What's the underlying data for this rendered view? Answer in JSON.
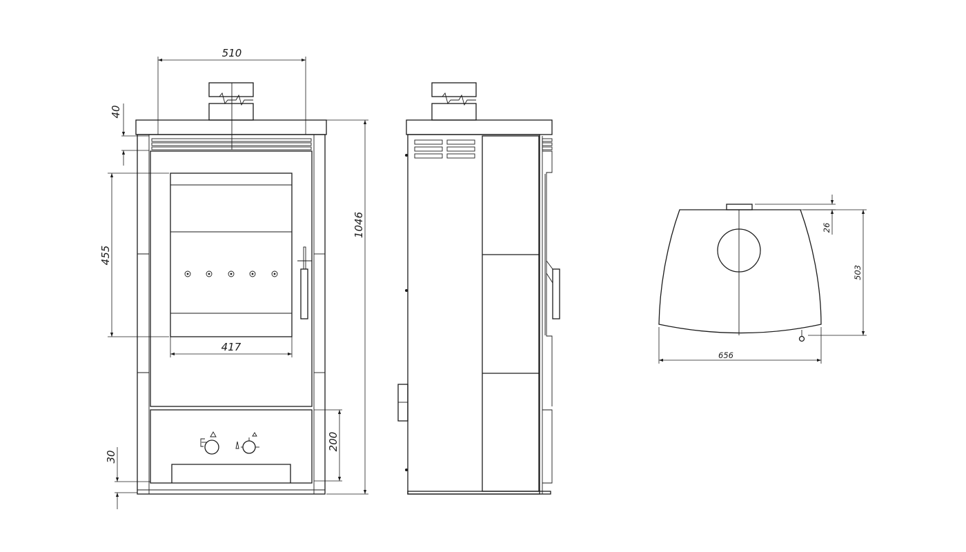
{
  "views": {
    "front": {
      "width": "510",
      "height": "1046",
      "top_plate": "40",
      "door_height": "455",
      "door_width": "417",
      "ash_drawer": "200",
      "plinth": "30"
    },
    "top": {
      "width": "656",
      "depth": "503",
      "flue_offset": "26"
    }
  },
  "colors": {
    "line": "#1a1a1a",
    "background": "#ffffff"
  }
}
